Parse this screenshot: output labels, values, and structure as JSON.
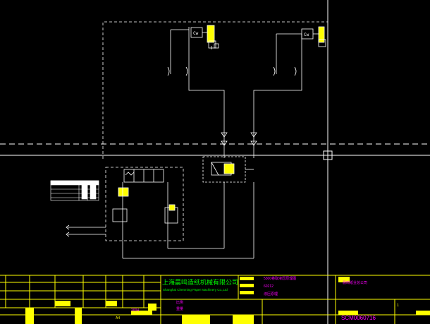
{
  "title_block": {
    "company_cn": "上海晨鸣造纸机械有限公司",
    "company_en": "Shanghai Chenming Paper Machinery Co.,Ltd",
    "drawing_name": "5300卷取液压原理图",
    "drawing_no_line": "60212",
    "sheet_type": "液压原理",
    "client": "晨鸣纸业总公司",
    "code": "SCM0060716",
    "sheet_no": "1",
    "scale_label": "比例",
    "weight_label": "重量",
    "date": "2004",
    "size": "A4"
  },
  "colors": {
    "background": "#000000",
    "lines": "#ffffff",
    "title_border": "#ffff00",
    "title_text": "#00ff00",
    "labels": "#ff00ff",
    "fill": "#ffff00"
  }
}
